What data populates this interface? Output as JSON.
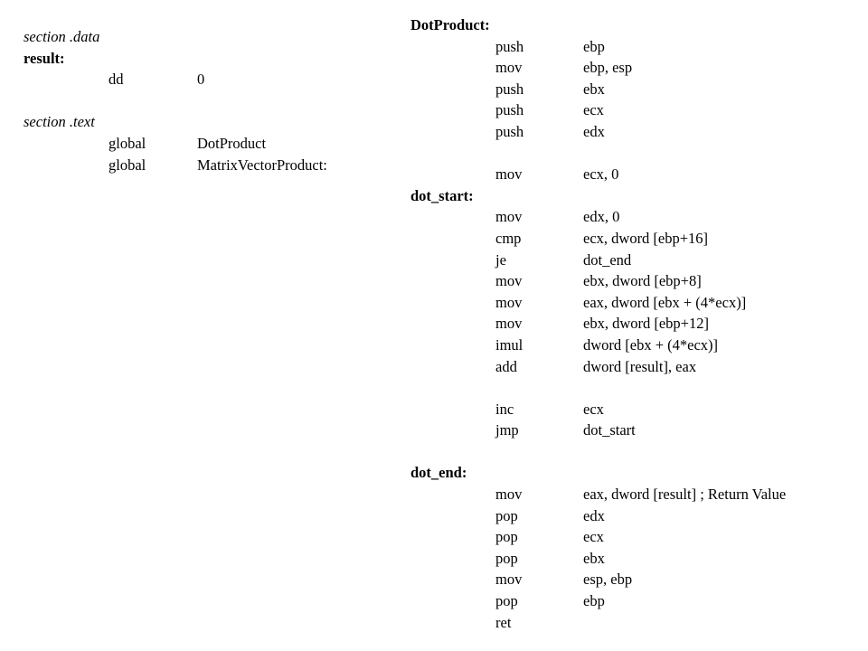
{
  "left": {
    "data_section": "section .data",
    "result_label": "result:",
    "result_op": "dd",
    "result_arg": "0",
    "text_section": "section .text",
    "globals": [
      {
        "op": "global",
        "arg": "DotProduct"
      },
      {
        "op": "global",
        "arg": "MatrixVectorProduct:"
      }
    ]
  },
  "right": {
    "dotproduct_label": "DotProduct:",
    "prologue": [
      {
        "op": "push",
        "arg": "ebp"
      },
      {
        "op": "mov",
        "arg": "ebp, esp"
      },
      {
        "op": "push",
        "arg": "ebx"
      },
      {
        "op": "push",
        "arg": "ecx"
      },
      {
        "op": "push",
        "arg": "edx"
      }
    ],
    "init": [
      {
        "op": "mov",
        "arg": "ecx, 0"
      }
    ],
    "dot_start_label": "dot_start:",
    "loop_body": [
      {
        "op": "mov",
        "arg": "edx, 0"
      },
      {
        "op": "cmp",
        "arg": "ecx, dword [ebp+16]"
      },
      {
        "op": "je",
        "arg": "dot_end"
      },
      {
        "op": "mov",
        "arg": "ebx, dword [ebp+8]"
      },
      {
        "op": "mov",
        "arg": "eax, dword [ebx + (4*ecx)]"
      },
      {
        "op": "mov",
        "arg": "ebx, dword [ebp+12]"
      },
      {
        "op": "imul",
        "arg": "dword [ebx + (4*ecx)]"
      },
      {
        "op": "add",
        "arg": "dword [result], eax"
      }
    ],
    "loop_tail": [
      {
        "op": "inc",
        "arg": "ecx"
      },
      {
        "op": "jmp",
        "arg": "dot_start"
      }
    ],
    "dot_end_label": "dot_end:",
    "epilogue": [
      {
        "op": "mov",
        "arg": "eax, dword [result] ; Return Value"
      },
      {
        "op": "pop",
        "arg": "edx"
      },
      {
        "op": "pop",
        "arg": "ecx"
      },
      {
        "op": "pop",
        "arg": "ebx"
      },
      {
        "op": "mov",
        "arg": "esp, ebp"
      },
      {
        "op": "pop",
        "arg": "ebp"
      },
      {
        "op": "ret",
        "arg": ""
      }
    ]
  }
}
